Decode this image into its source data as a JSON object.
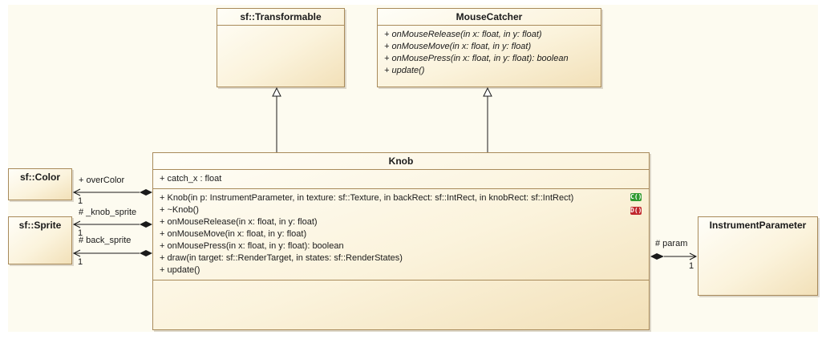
{
  "classes": {
    "transformable": {
      "name": "sf::Transformable"
    },
    "mousecatcher": {
      "name": "MouseCatcher",
      "operations": [
        "+ onMouseRelease(in x: float, in y: float)",
        "+ onMouseMove(in x: float, in y: float)",
        "+ onMousePress(in x: float, in y: float): boolean",
        "+ update()"
      ]
    },
    "knob": {
      "name": "Knob",
      "attributes": [
        "+ catch_x : float"
      ],
      "operations": [
        "+ Knob(in p: InstrumentParameter, in texture: sf::Texture, in backRect: sf::IntRect, in knobRect: sf::IntRect)",
        "+ ~Knob()",
        "+ onMouseRelease(in x: float, in y: float)",
        "+ onMouseMove(in x: float, in y: float)",
        "+ onMousePress(in x: float, in y: float): boolean",
        "+ draw(in target: sf::RenderTarget, in states: sf::RenderStates)",
        "+ update()"
      ],
      "badges": {
        "constructor": "C()",
        "destructor": "D()"
      }
    },
    "color": {
      "name": "sf::Color"
    },
    "sprite": {
      "name": "sf::Sprite"
    },
    "instrument_parameter": {
      "name": "InstrumentParameter"
    }
  },
  "associations": {
    "over_color": {
      "role": "+ overColor",
      "multiplicity": "1"
    },
    "knob_sprite": {
      "role": "# _knob_sprite",
      "multiplicity": "1"
    },
    "back_sprite": {
      "role": "# back_sprite",
      "multiplicity": "1"
    },
    "param": {
      "role": "# param",
      "multiplicity": "1"
    }
  },
  "colors": {
    "border": "#a88a5a",
    "fill_light": "#fffef8",
    "fill_dark": "#f2e0b8",
    "line": "#1a1a1a"
  }
}
